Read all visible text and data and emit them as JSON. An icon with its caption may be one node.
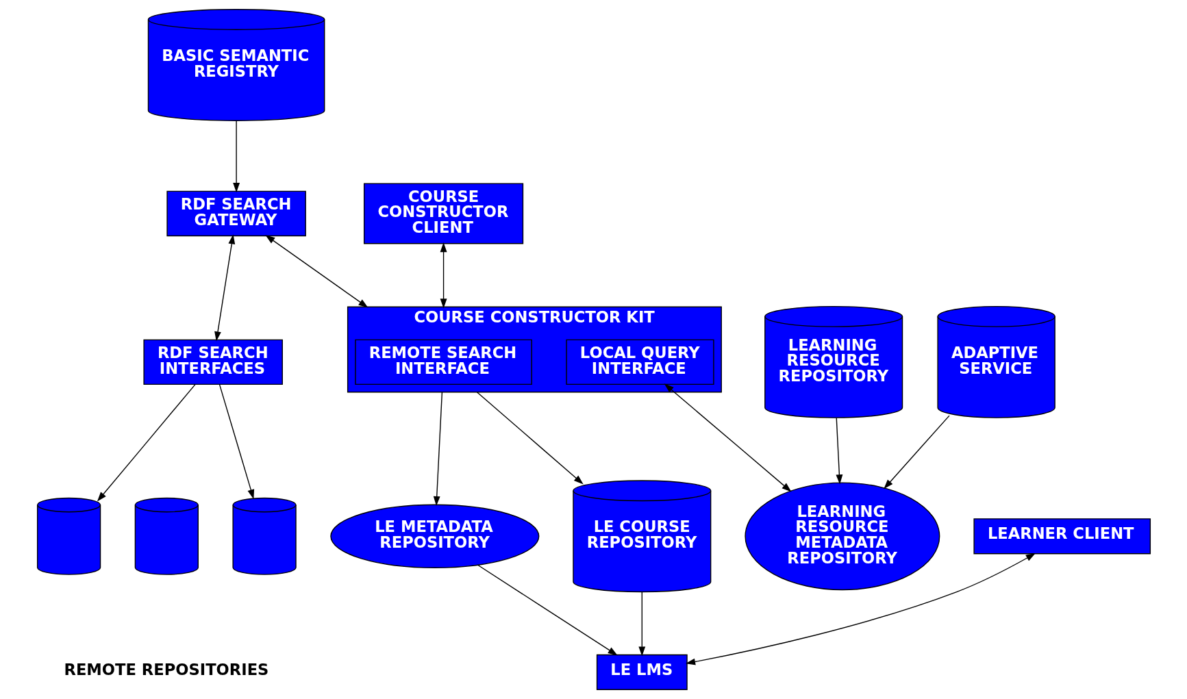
{
  "diagram": {
    "nodes": [
      {
        "text": [
          "BASIC SEMANTIC REGISTRY"
        ]
      },
      {
        "text": [
          "RDF SEARCH GATEWAY"
        ]
      },
      {
        "text": [
          "RDF SEARCH INTERFACES"
        ]
      },
      {
        "text": [],
        "shape": "cylinder"
      },
      {
        "text": [],
        "shape": "cylinder"
      },
      {
        "text": [],
        "shape": "cylinder"
      },
      {
        "text": [
          "COURSE CONSTRUCTOR CLIENT"
        ]
      },
      {
        "text": [
          "COURSE CONSTRUCTOR KIT"
        ]
      },
      {
        "text": [
          "REMOTE SEARCH INTERFACE"
        ],
        "in": 7
      },
      {
        "text": [
          "LOCAL QUERY INTERFACE"
        ],
        "in": 7
      },
      {
        "text": [
          "LE METADATA REPOSITORY"
        ]
      },
      {
        "text": [
          "LEARNER CLIENT"
        ]
      },
      {
        "text": [
          "LE LMS"
        ]
      },
      {
        "text": [
          "LE COURSE REPOSITORY"
        ]
      },
      {
        "text": [
          "LEARNING RESOURCE REPOSITORY"
        ]
      },
      {
        "text": [
          "LEARNING RESOURCE METADATA REPOSITORY"
        ]
      },
      {
        "text": [
          "ADAPTIVE SERVICE"
        ]
      }
    ],
    "edges": [
      {
        "from": 0,
        "to": 1,
        "arrow": "to"
      },
      {
        "from": 1,
        "to": 2,
        "arrow": "both"
      },
      {
        "from": 2,
        "to": 3,
        "arrow": "to"
      },
      {
        "from": 2,
        "to": 5,
        "arrow": "to"
      },
      {
        "from": 6,
        "to": 7,
        "arrow": "both"
      },
      {
        "from": 1,
        "to": 7,
        "arrow": "both"
      },
      {
        "from": 7,
        "to": 10,
        "arrow": "to"
      },
      {
        "from": 7,
        "to": 13,
        "arrow": "to"
      },
      {
        "from": 10,
        "to": 12,
        "arrow": "to"
      },
      {
        "from": 11,
        "to": 12,
        "arrow": "both"
      },
      {
        "from": 13,
        "to": 12,
        "arrow": "to"
      },
      {
        "from": 9,
        "to": 15,
        "arrow": "both"
      },
      {
        "from": 14,
        "to": 15,
        "arrow": "to"
      },
      {
        "from": 16,
        "to": 15,
        "arrow": "to"
      }
    ],
    "labels": [
      "REMOTE REPOSITORIES"
    ]
  }
}
